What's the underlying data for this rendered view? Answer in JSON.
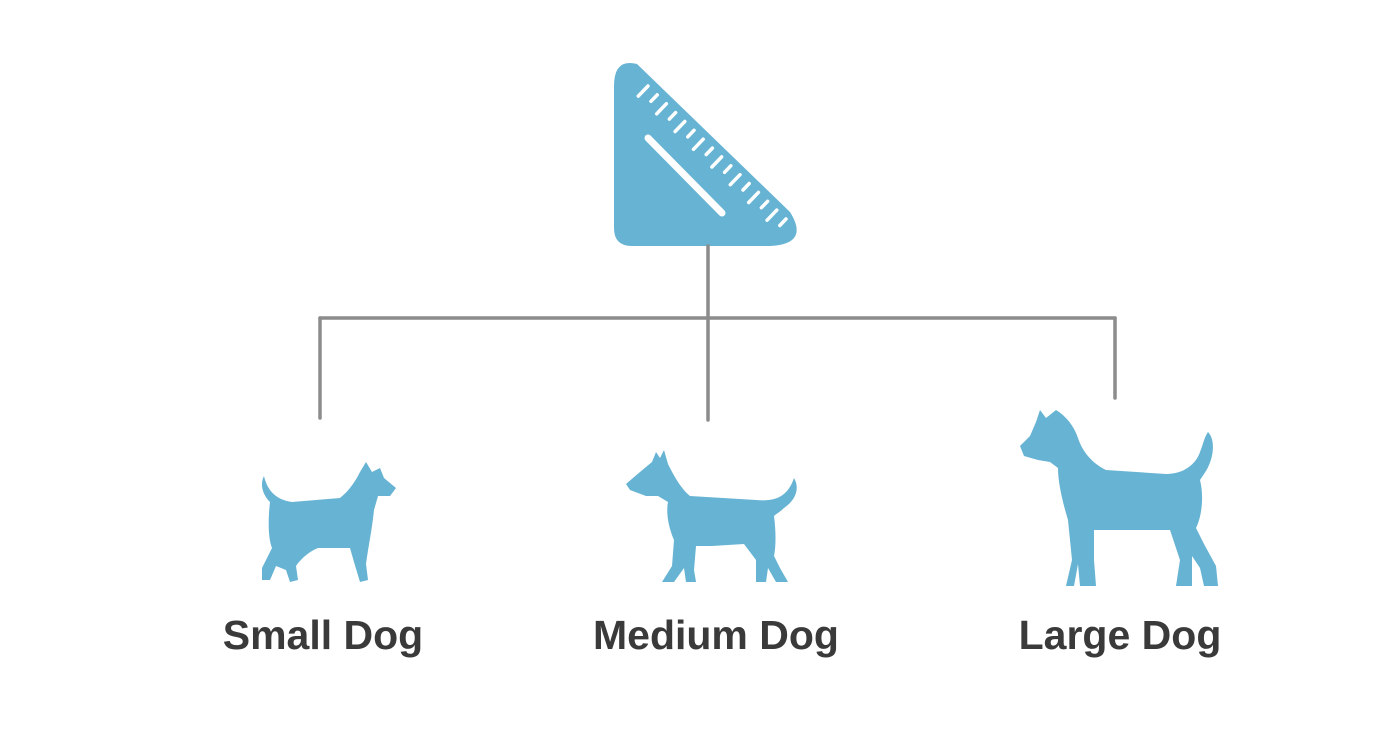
{
  "diagram": {
    "root": {
      "icon": "ruler-triangle-icon"
    },
    "branches": [
      {
        "label": "Small Dog",
        "icon": "small-dog-icon"
      },
      {
        "label": "Medium Dog",
        "icon": "medium-dog-icon"
      },
      {
        "label": "Large Dog",
        "icon": "large-dog-icon"
      }
    ]
  },
  "colors": {
    "icon_fill": "#66b3d3",
    "connector": "#8c8c8c",
    "label_text": "#3a3a3a",
    "background": "#ffffff"
  }
}
